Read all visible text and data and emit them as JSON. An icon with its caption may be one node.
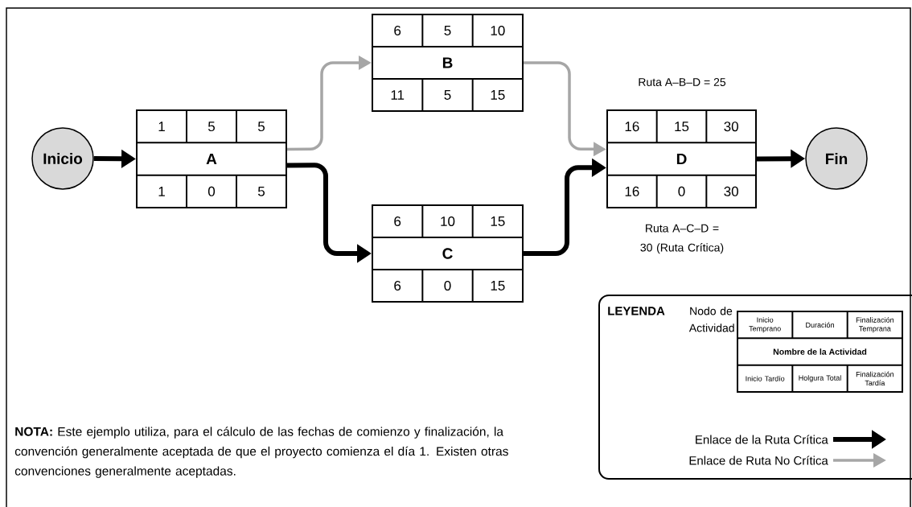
{
  "diagram": {
    "nodes": [
      {
        "text": [
          "Inicio"
        ]
      },
      {
        "text": [
          "1",
          "5",
          "5",
          "A",
          "1",
          "0",
          "5"
        ]
      },
      {
        "text": [
          "6",
          "5",
          "10",
          "B",
          "11",
          "5",
          "15"
        ]
      },
      {
        "text": [
          "6",
          "10",
          "15",
          "C",
          "6",
          "0",
          "15"
        ]
      },
      {
        "text": [
          "16",
          "15",
          "30",
          "D",
          "16",
          "0",
          "30"
        ],
        "beside": [
          "Ruta A–B–D = 25",
          "Ruta A–C–D = 30 (Ruta Crítica)"
        ]
      },
      {
        "text": [
          "Fin"
        ]
      },
      {
        "text": [
          "Inicio Temprano",
          "Duración",
          "Finalización Temprana",
          "Nombre de la Actividad",
          "Inicio Tardío",
          "Holgura Total",
          "Finalización Tardía"
        ],
        "beside": [
          "Nodo de Actividad"
        ]
      }
    ],
    "edges": [
      {
        "from": 0,
        "to": 1,
        "arrow": "to"
      },
      {
        "from": 1,
        "to": 2,
        "arrow": "to",
        "color": "#a6a6a6"
      },
      {
        "from": 1,
        "to": 3,
        "arrow": "to"
      },
      {
        "from": 2,
        "to": 4,
        "arrow": "to",
        "color": "#a6a6a6"
      },
      {
        "from": 3,
        "to": 4,
        "arrow": "to"
      },
      {
        "from": 4,
        "to": 5,
        "arrow": "to"
      }
    ],
    "labels": [
      "LEYENDA",
      "**NOTA:** Este ejemplo utiliza, para el cálculo de las fechas de comienzo y finalización, la convención generalmente aceptada de que el proyecto comienza el día 1. Existen otras convenciones generalmente aceptadas."
    ],
    "legend": [
      {
        "text": "Enlace de la Ruta Crítica"
      },
      {
        "text": "Enlace de Ruta No Crítica"
      }
    ]
  }
}
